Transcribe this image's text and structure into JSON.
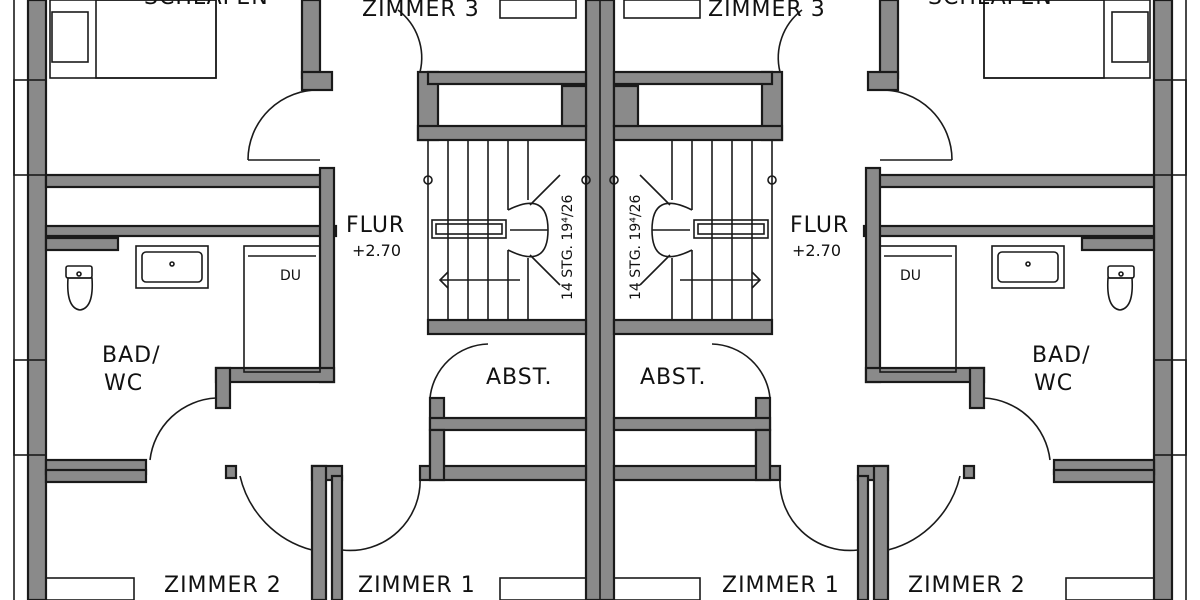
{
  "left_unit": {
    "rooms": {
      "top_left": "SCHLAFEN",
      "top_center": "ZIMMER 3",
      "hall": "FLUR",
      "hall_level": "+2.70",
      "bath_line1": "BAD/",
      "bath_line2": "WC",
      "shower": "DU",
      "storage": "ABST.",
      "bottom_left": "ZIMMER 2",
      "bottom_center": "ZIMMER 1"
    },
    "stair": "14 STG. 19⁴/26"
  },
  "right_unit": {
    "rooms": {
      "top_right": "SCHLAFEN",
      "top_center": "ZIMMER 3",
      "hall": "FLUR",
      "hall_level": "+2.70",
      "bath_line1": "BAD/",
      "bath_line2": "WC",
      "shower": "DU",
      "storage": "ABST.",
      "bottom_right": "ZIMMER 2",
      "bottom_center": "ZIMMER 1"
    },
    "stair": "14 STG. 19⁴/26"
  },
  "colors": {
    "wall_fill": "#8a8a8a",
    "line": "#1a1a1a",
    "background": "#ffffff"
  }
}
